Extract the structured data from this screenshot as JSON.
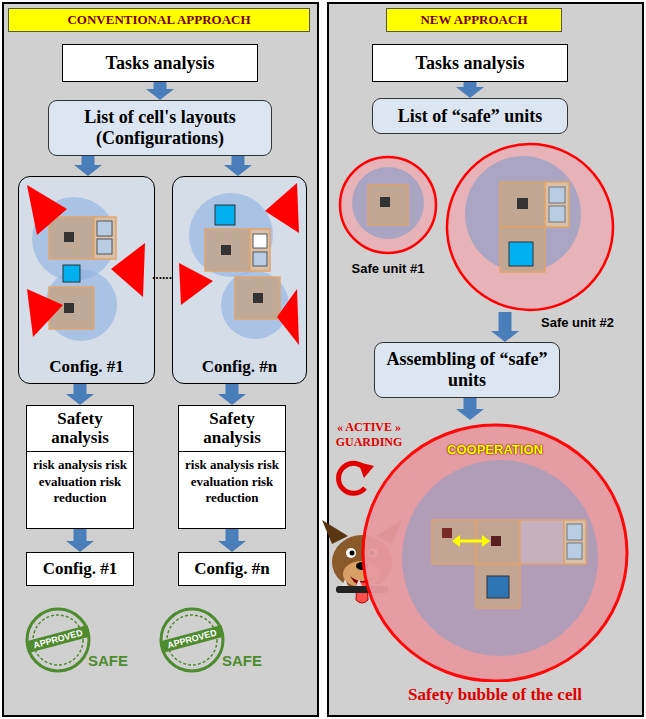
{
  "diagram": {
    "nodes": [
      {
        "text": [
          "CONVENTIONAL APPROACH"
        ]
      },
      {
        "text": [
          "Tasks analysis"
        ]
      },
      {
        "text": [
          "List of cell's layouts (Configurations)"
        ]
      },
      {
        "text": [
          "Config. #1"
        ]
      },
      {
        "text": [
          "Config. #n"
        ]
      },
      {
        "text": [
          "Safety analysis",
          "risk analysis risk evaluation risk reduction"
        ]
      },
      {
        "text": [
          "Safety analysis",
          "risk analysis risk evaluation risk reduction"
        ]
      },
      {
        "text": [
          "Config. #1"
        ]
      },
      {
        "text": [
          "Config. #n"
        ]
      },
      {
        "text": [
          "NEW APPROACH"
        ]
      },
      {
        "text": [
          "Tasks analysis"
        ]
      },
      {
        "text": [
          "List of “safe” units"
        ]
      },
      {
        "text": [
          "Safe unit #1"
        ]
      },
      {
        "text": [
          "Safe unit #2"
        ]
      },
      {
        "text": [
          "Assembling of “safe” units"
        ]
      },
      {
        "text": [
          "COOPERATION",
          "Safety bubble of the cell"
        ]
      }
    ],
    "edges": [
      {
        "from": 1,
        "to": 2,
        "arrow": "to"
      },
      {
        "from": 2,
        "to": 3,
        "arrow": "to"
      },
      {
        "from": 2,
        "to": 4,
        "arrow": "to"
      },
      {
        "from": 3,
        "to": 5,
        "arrow": "to"
      },
      {
        "from": 4,
        "to": 6,
        "arrow": "to"
      },
      {
        "from": 5,
        "to": 7,
        "arrow": "to"
      },
      {
        "from": 6,
        "to": 8,
        "arrow": "to"
      },
      {
        "from": 10,
        "to": 11,
        "arrow": "to"
      },
      {
        "from": 13,
        "to": 14,
        "arrow": "to"
      },
      {
        "from": 14,
        "to": 15,
        "arrow": "to"
      }
    ],
    "labels": [
      "......",
      "APPROVED",
      "SAFE",
      "APPROVED",
      "SAFE",
      "« ACTIVE » GUARDING"
    ]
  }
}
